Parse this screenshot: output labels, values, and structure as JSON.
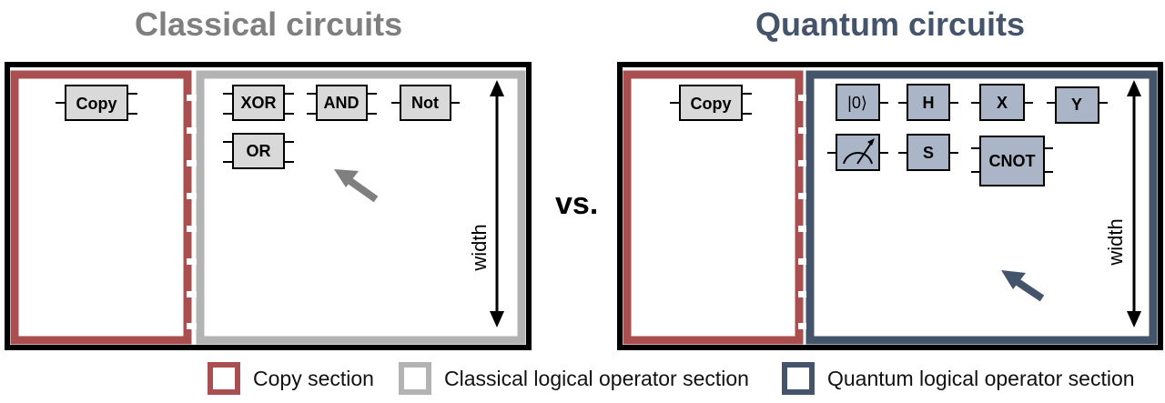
{
  "left_title": "Classical circuits",
  "right_title": "Quantum circuits",
  "vs_label": "vs.",
  "width_label": "width",
  "classical_gates": [
    "Copy",
    "XOR",
    "AND",
    "Not",
    "OR"
  ],
  "quantum_gates": [
    "Copy",
    "|0⟩",
    "H",
    "X",
    "Y",
    "S",
    "CNOT"
  ],
  "measurement_gate_icon": "meter-icon",
  "legend": [
    {
      "label": "Copy section",
      "color": "#a94f4f"
    },
    {
      "label": "Classical logical operator section",
      "color": "#b3b3b3"
    },
    {
      "label": "Quantum logical operator section",
      "color": "#44546a"
    }
  ],
  "colors": {
    "copy_border": "#a94f4f",
    "classical_border": "#b3b3b3",
    "quantum_border": "#44546a",
    "classical_gate_fill": "#d9d9d9",
    "quantum_gate_fill": "#aab6c8",
    "arrow_classical": "#7f7f7f",
    "arrow_quantum": "#44546a",
    "left_title": "#7f7f7f",
    "right_title": "#44546a"
  }
}
